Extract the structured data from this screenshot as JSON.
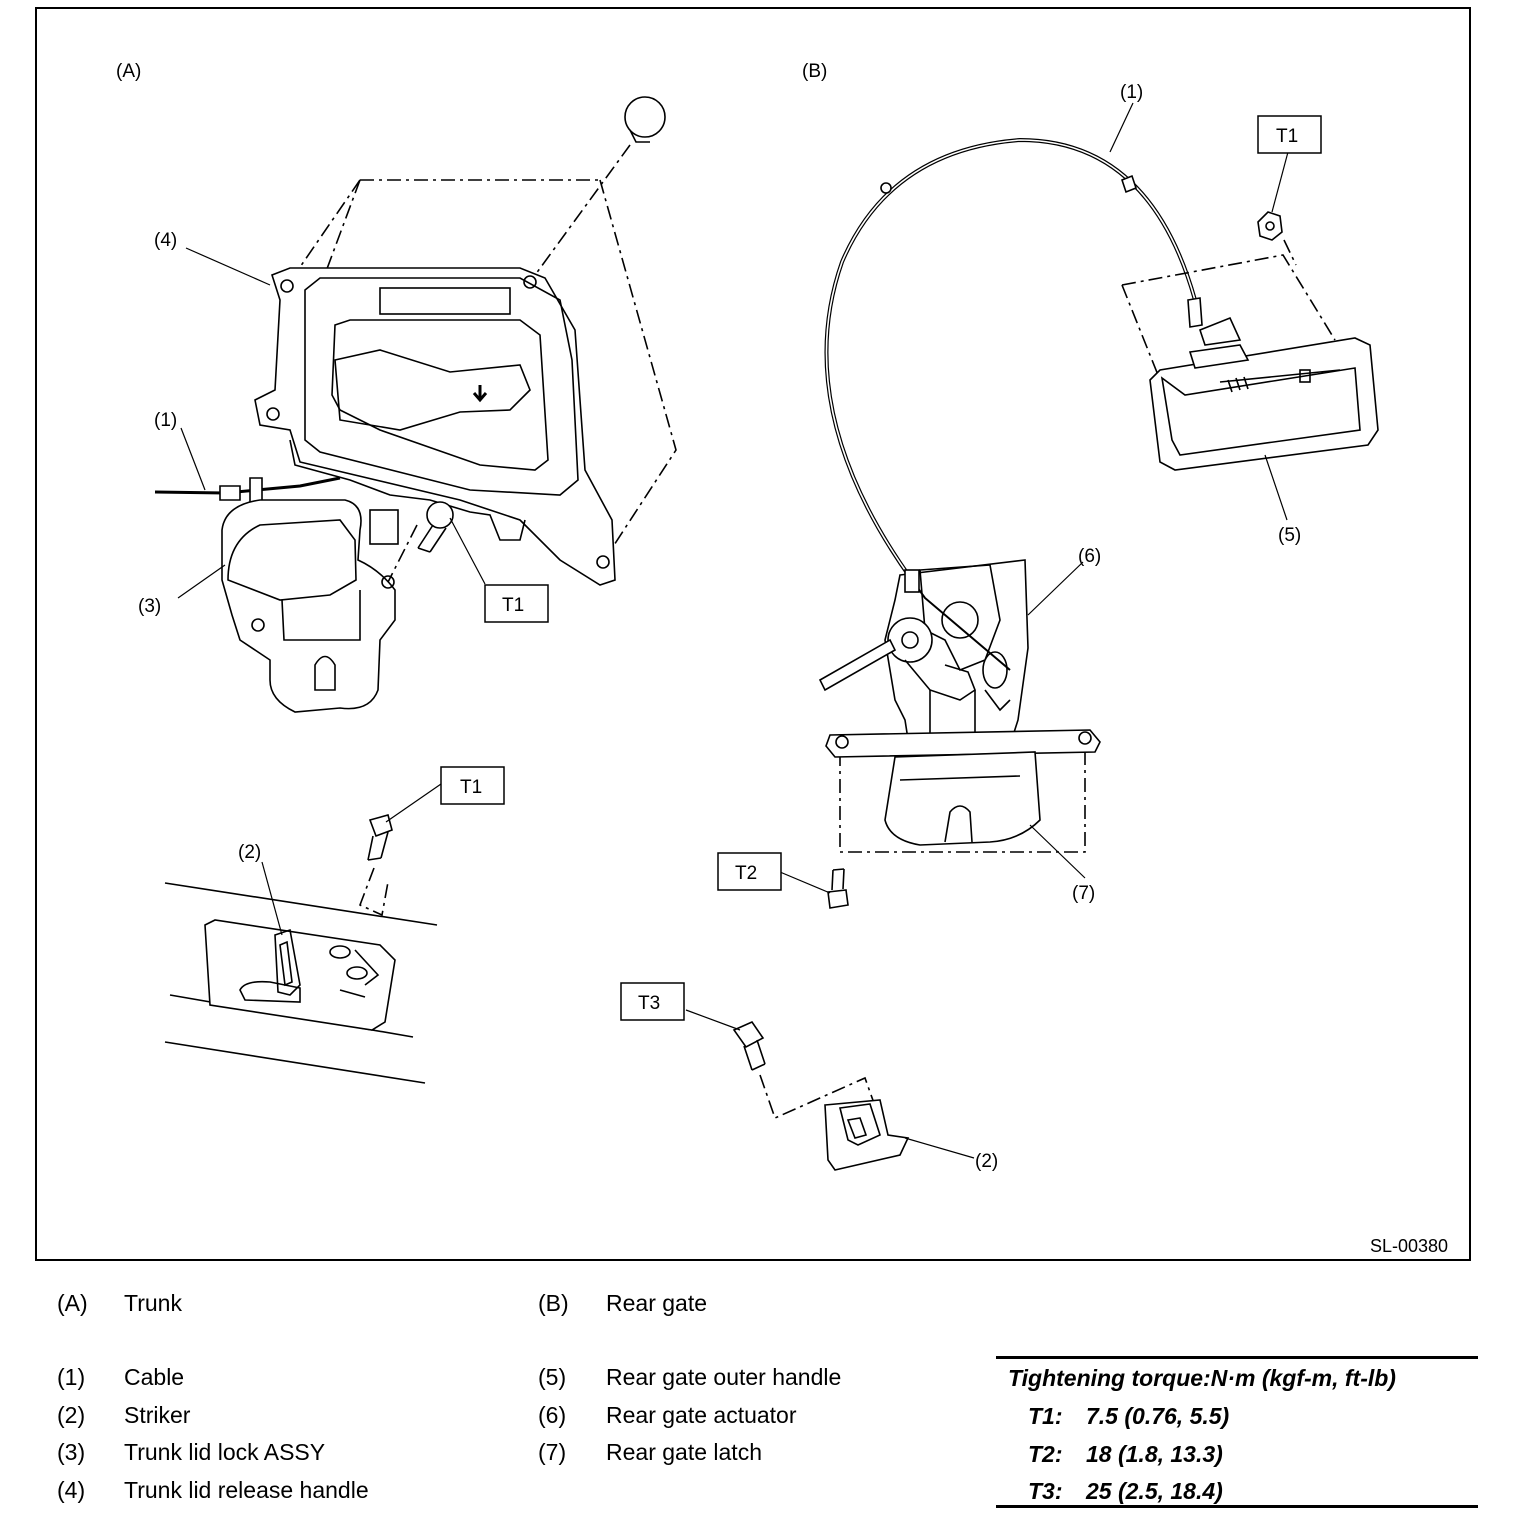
{
  "figure": {
    "code": "SL-00380",
    "section_labels": {
      "a": "(A)",
      "b": "(B)"
    },
    "callouts": {
      "a_handle": "(4)",
      "a_cable": "(1)",
      "a_lock": "(3)",
      "a_striker": "(2)",
      "b_cable": "(1)",
      "b_handle": "(5)",
      "b_actuator": "(6)",
      "b_latch": "(7)",
      "b_striker": "(2)"
    },
    "torque_tags": {
      "a_lock": "T1",
      "a_striker": "T1",
      "b_handle": "T1",
      "b_latch": "T2",
      "b_striker": "T3"
    }
  },
  "legend": {
    "groups": [
      {
        "key": "(A)",
        "label": "Trunk"
      },
      {
        "key": "(B)",
        "label": "Rear gate"
      }
    ],
    "parts": [
      {
        "key": "(1)",
        "label": "Cable"
      },
      {
        "key": "(2)",
        "label": "Striker"
      },
      {
        "key": "(3)",
        "label": "Trunk lid lock ASSY"
      },
      {
        "key": "(4)",
        "label": "Trunk lid release handle"
      },
      {
        "key": "(5)",
        "label": "Rear gate outer handle"
      },
      {
        "key": "(6)",
        "label": "Rear gate actuator"
      },
      {
        "key": "(7)",
        "label": "Rear gate latch"
      }
    ]
  },
  "torque": {
    "title": "Tightening torque:N·m (kgf-m, ft-lb)",
    "rows": [
      {
        "key": "T1:",
        "value": "7.5 (0.76, 5.5)"
      },
      {
        "key": "T2:",
        "value": "18 (1.8, 13.3)"
      },
      {
        "key": "T3:",
        "value": "25 (2.5, 18.4)"
      }
    ]
  }
}
